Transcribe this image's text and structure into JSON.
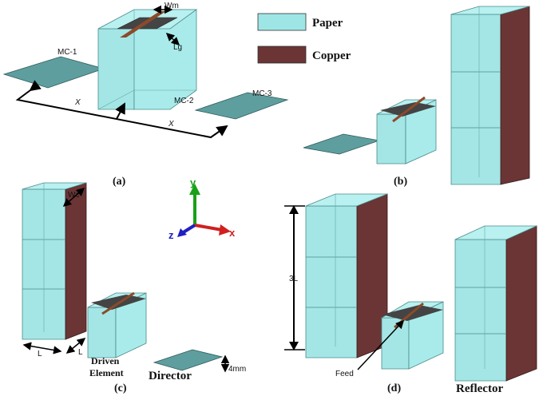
{
  "legend": {
    "paper_label": "Paper",
    "copper_label": "Copper",
    "paper_color": "#9ee6e6",
    "copper_color": "#6b3535"
  },
  "panel_a": {
    "caption": "(a)",
    "mc1": "MC-1",
    "mc2": "MC-2",
    "mc3": "MC-3",
    "wm": "Wm",
    "lg": "Lg",
    "x_left": "X",
    "x_right": "X"
  },
  "panel_b": {
    "caption": "(b)"
  },
  "panel_c": {
    "caption": "(c)",
    "wc": "Wc",
    "l_bottom": "L",
    "l_side": "L",
    "driven_line1": "Driven",
    "driven_line2": "Element",
    "director": "Director",
    "thickness": "4mm"
  },
  "panel_d": {
    "caption": "(d)",
    "height": "3L",
    "feed": "Feed",
    "reflector": "Reflector"
  },
  "axes": {
    "x": "x",
    "y": "y",
    "z": "z"
  }
}
